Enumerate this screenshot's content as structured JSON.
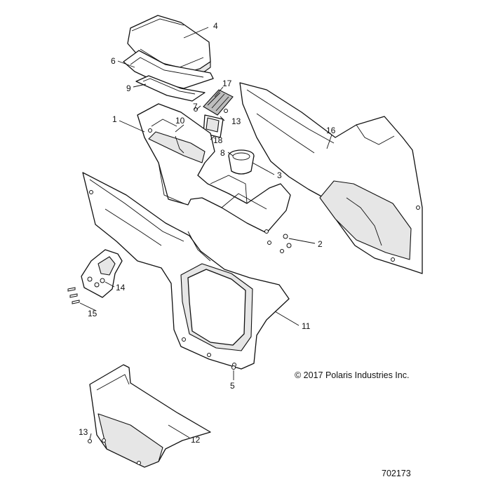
{
  "callouts": {
    "c1": "1",
    "c2": "2",
    "c3": "3",
    "c4": "4",
    "c5": "5",
    "c6": "6",
    "c7": "7",
    "c8": "8",
    "c9": "9",
    "c10": "10",
    "c11": "11",
    "c12": "12",
    "c13a": "13",
    "c13b": "13",
    "c14": "14",
    "c15": "15",
    "c16": "16",
    "c17": "17",
    "c18": "18"
  },
  "copyright": "© 2017 Polaris Industries Inc.",
  "figure_number": "702173"
}
